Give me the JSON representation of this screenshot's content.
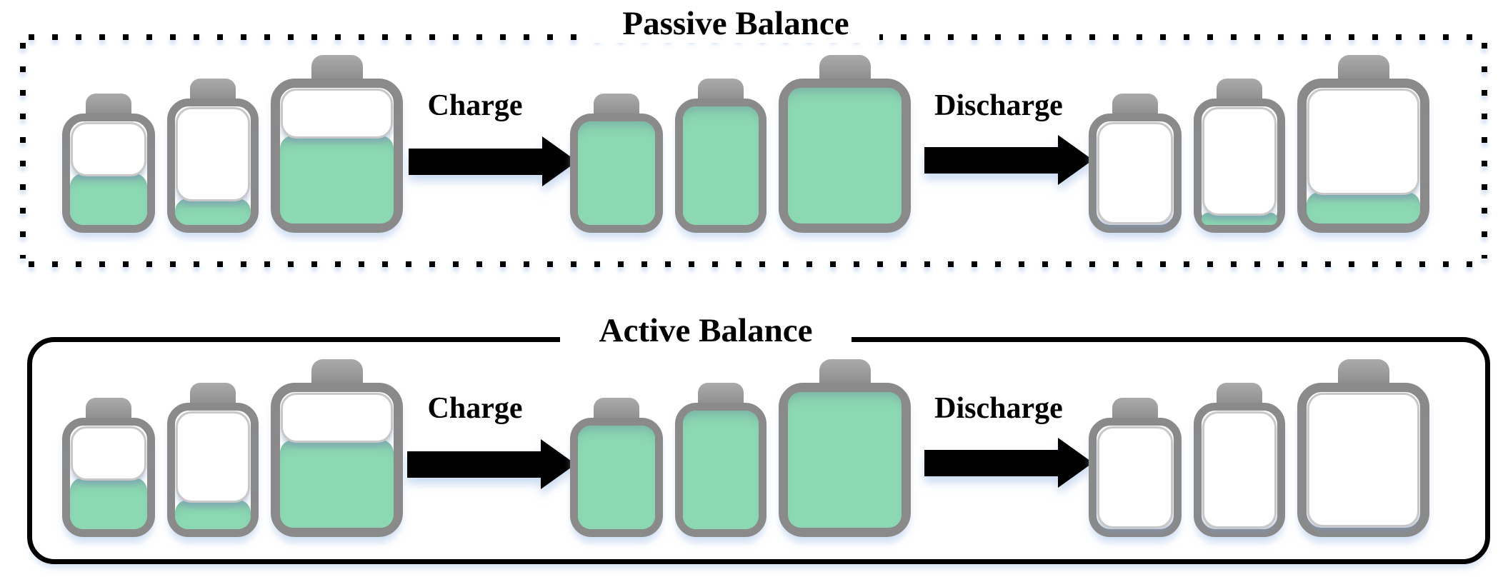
{
  "colors": {
    "fill_green": "#8cd8b2",
    "battery_border": "#8a8a8a",
    "cap_gray": "#8e8e8e",
    "empty_border": "#c8c8c8",
    "arrow_black": "#000000",
    "panel_border": "#000000"
  },
  "panels": [
    {
      "id": "passive",
      "title": "Passive Balance",
      "border_style": "dotted",
      "arrows": [
        {
          "label": "Charge"
        },
        {
          "label": "Discharge"
        }
      ],
      "stages": [
        {
          "name": "initial-unbalanced",
          "batteries": [
            {
              "size": "small",
              "fill_pct": 50
            },
            {
              "size": "medium",
              "fill_pct": 22
            },
            {
              "size": "large",
              "fill_pct": 65
            }
          ]
        },
        {
          "name": "after-charge",
          "batteries": [
            {
              "size": "small",
              "fill_pct": 100
            },
            {
              "size": "medium",
              "fill_pct": 100
            },
            {
              "size": "large",
              "fill_pct": 100
            }
          ]
        },
        {
          "name": "after-discharge",
          "batteries": [
            {
              "size": "small",
              "fill_pct": 0
            },
            {
              "size": "medium",
              "fill_pct": 10
            },
            {
              "size": "large",
              "fill_pct": 23
            }
          ]
        }
      ]
    },
    {
      "id": "active",
      "title": "Active Balance",
      "border_style": "solid",
      "arrows": [
        {
          "label": "Charge"
        },
        {
          "label": "Discharge"
        }
      ],
      "stages": [
        {
          "name": "initial-unbalanced",
          "batteries": [
            {
              "size": "small",
              "fill_pct": 50
            },
            {
              "size": "medium",
              "fill_pct": 25
            },
            {
              "size": "large",
              "fill_pct": 65
            }
          ]
        },
        {
          "name": "after-charge",
          "batteries": [
            {
              "size": "small",
              "fill_pct": 100
            },
            {
              "size": "medium",
              "fill_pct": 100
            },
            {
              "size": "large",
              "fill_pct": 100
            }
          ]
        },
        {
          "name": "after-discharge",
          "batteries": [
            {
              "size": "small",
              "fill_pct": 0
            },
            {
              "size": "medium",
              "fill_pct": 0
            },
            {
              "size": "large",
              "fill_pct": 0
            }
          ]
        }
      ]
    }
  ]
}
